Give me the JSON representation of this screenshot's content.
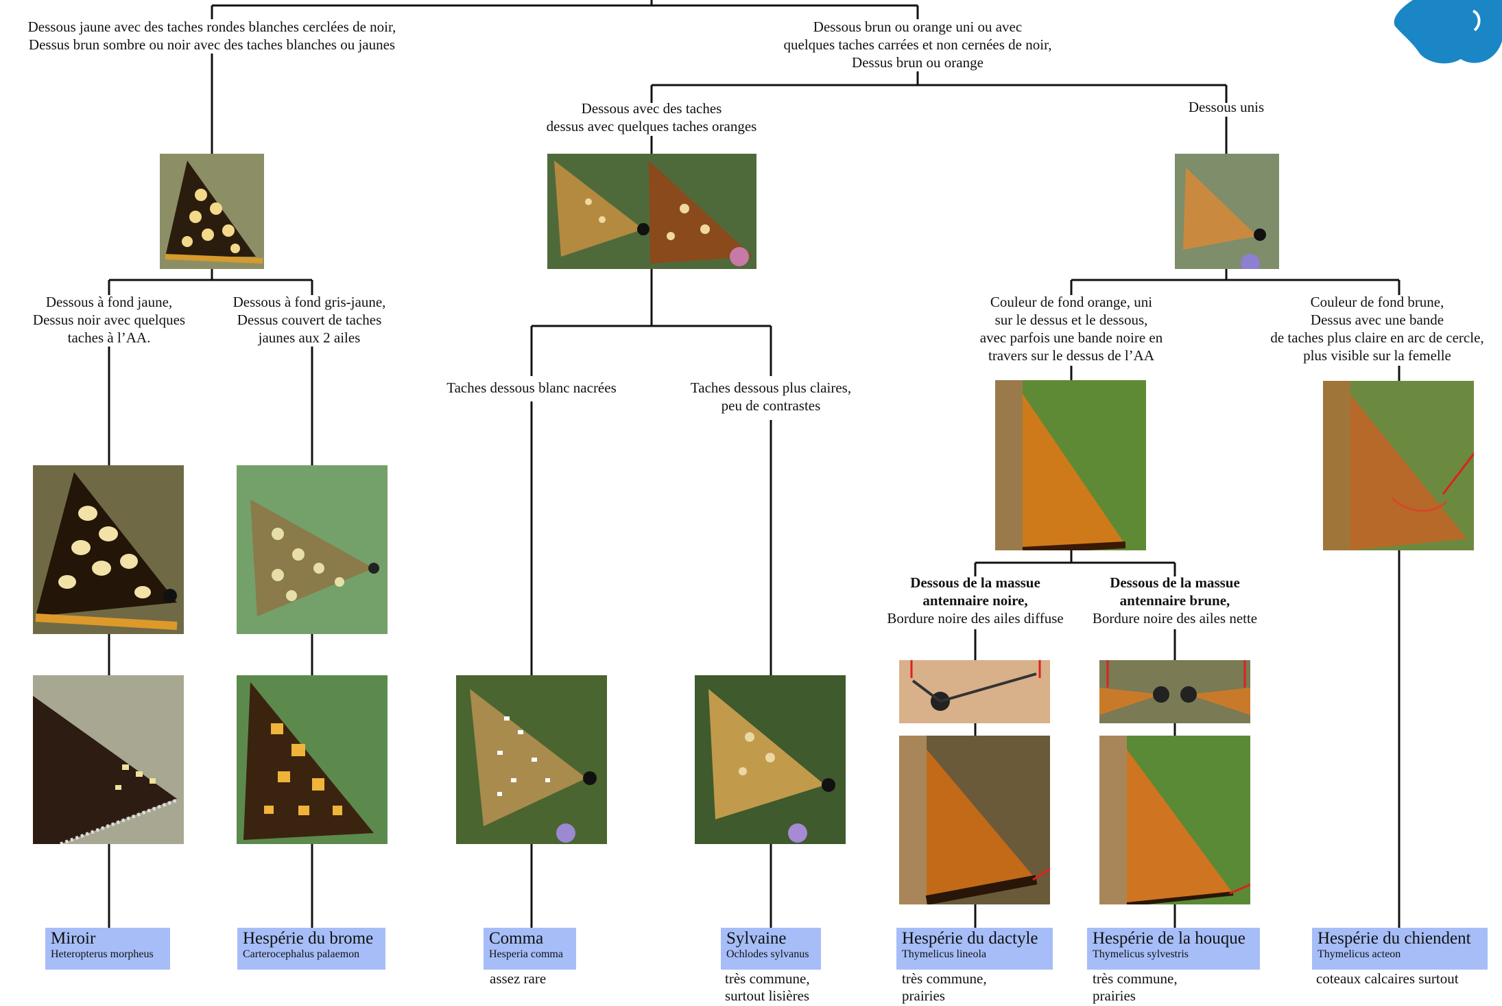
{
  "logo_icon": "butterfly-logo-icon",
  "colors": {
    "name_box": "#a6bdf7",
    "arrow": "#e0201c",
    "logo": "#1a86c6"
  },
  "branches": {
    "yellow_under": [
      "Dessous jaune avec des taches rondes blanches cerclées de noir,",
      "Dessus brun sombre ou noir avec des taches blanches ou jaunes"
    ],
    "brown_under": [
      "Dessous brun ou orange uni ou avec",
      "quelques taches carrées et non cernées de noir,",
      "Dessus brun ou orange"
    ],
    "spotted": [
      "Dessous avec des taches",
      "dessus avec quelques taches oranges"
    ],
    "plain": [
      "Dessous unis"
    ],
    "yellow_ground": [
      "Dessous à fond jaune,",
      "Dessus noir avec quelques",
      "taches à l’AA."
    ],
    "grey_yellow_ground": [
      "Dessous à fond gris-jaune,",
      "Dessus couvert de taches",
      "jaunes aux 2 ailes"
    ],
    "pearly": [
      "Taches dessous blanc nacrées"
    ],
    "lighter": [
      "Taches dessous plus claires,",
      "peu de contrastes"
    ],
    "orange_ground": [
      "Couleur de fond orange, uni",
      "sur le dessus et le dessous,",
      "avec parfois une bande noire en",
      "travers sur le dessus de l’AA"
    ],
    "brown_ground": [
      "Couleur de fond brune,",
      "Dessus avec une bande",
      "de taches plus claire en arc de cercle,",
      "plus visible sur la femelle"
    ],
    "black_club": {
      "bold": [
        "Dessous de la massue",
        "antennaire noire,"
      ],
      "normal": "Bordure noire des ailes diffuse"
    },
    "brown_club": {
      "bold": [
        "Dessous de la massue",
        "antennaire brune,"
      ],
      "normal": "Bordure noire des ailes nette"
    }
  },
  "species": [
    {
      "common": "Miroir",
      "scientific": "Heteropterus morpheus",
      "note": []
    },
    {
      "common": "Hespérie du brome",
      "scientific": "Carterocephalus palaemon",
      "note": []
    },
    {
      "common": "Comma",
      "scientific": "Hesperia comma",
      "note": [
        "assez rare"
      ]
    },
    {
      "common": "Sylvaine",
      "scientific": "Ochlodes sylvanus",
      "note": [
        "très commune,",
        "surtout lisières"
      ]
    },
    {
      "common": "Hespérie du dactyle",
      "scientific": "Thymelicus lineola",
      "note": [
        "très commune,",
        "prairies"
      ]
    },
    {
      "common": "Hespérie de la houque",
      "scientific": "Thymelicus sylvestris",
      "note": [
        "très commune,",
        "prairies"
      ]
    },
    {
      "common": "Hespérie du chiendent",
      "scientific": "Thymelicus acteon",
      "note": [
        "coteaux calcaires surtout"
      ]
    }
  ]
}
